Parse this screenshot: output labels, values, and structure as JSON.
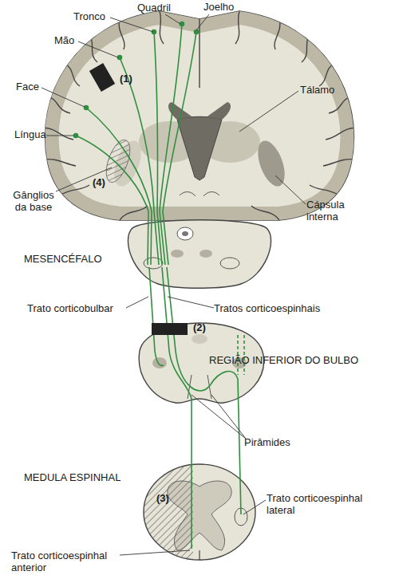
{
  "diagram": {
    "labels": [
      "Quadril",
      "Joelho",
      "Tronco",
      "Mão",
      "(1)",
      "Face",
      "Tálamo",
      "Língua",
      "(4)",
      "Gânglios da base",
      "Cápsula interna",
      "MESENCÉFALO",
      "Trato corticobulbar",
      "Tratos corticoespinhais",
      "(2)",
      "REGIÃO INFERIOR DO BULBO",
      "Pirâmides",
      "MEDULA ESPINHAL",
      "(3)",
      "Trato corticoespinhal lateral",
      "Trato corticoespinhal anterior"
    ]
  }
}
